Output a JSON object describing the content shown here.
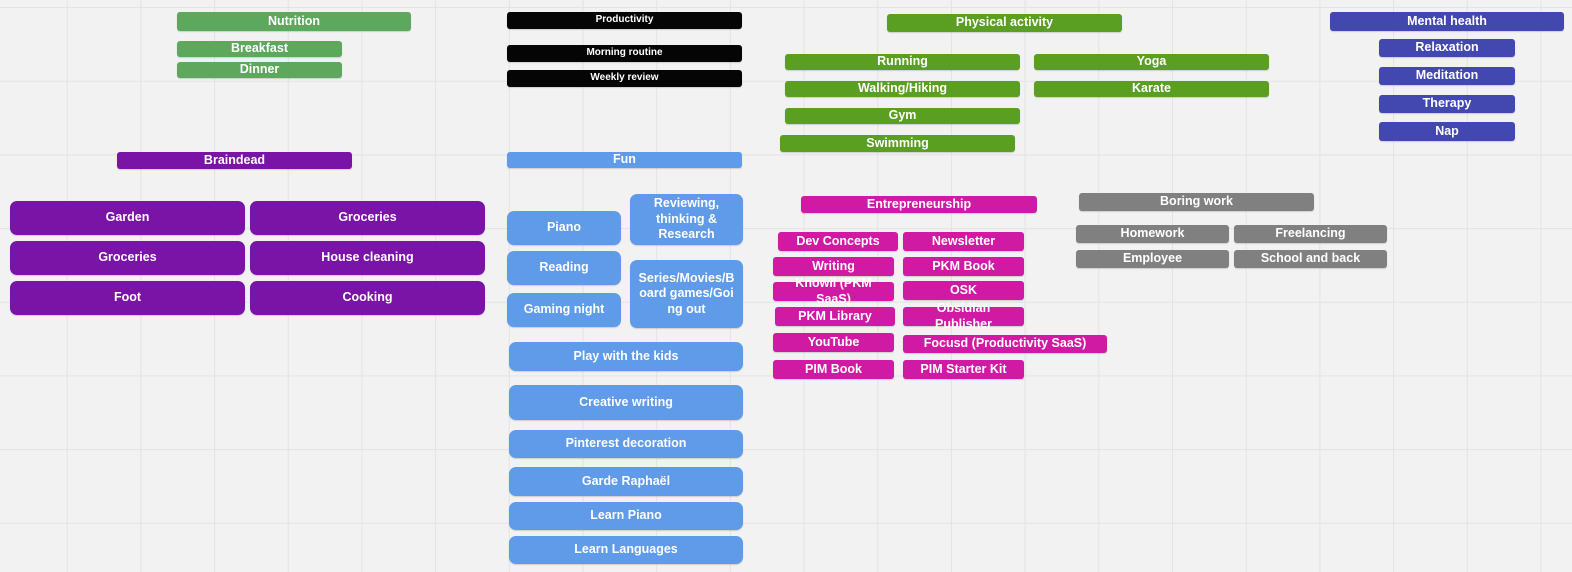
{
  "colors": {
    "nutrition": "#5ea85e",
    "productivity": "#050505",
    "physical_activity": "#5a9e22",
    "mental_health": "#4348b0",
    "braindead": "#7a14a6",
    "fun": "#5f9be8",
    "entrepreneurship": "#d11aa4",
    "boring_work": "#808080",
    "canvas_background": "#f2f2f2"
  },
  "nutrition": {
    "title": "Nutrition",
    "items": [
      "Breakfast",
      "Dinner"
    ]
  },
  "productivity": {
    "title": "Productivity",
    "items": [
      "Morning routine",
      "Weekly review"
    ]
  },
  "physical_activity": {
    "title": "Physical activity",
    "items": [
      "Running",
      "Walking/Hiking",
      "Gym",
      "Swimming",
      "Yoga",
      "Karate"
    ]
  },
  "mental_health": {
    "title": "Mental health",
    "items": [
      "Relaxation",
      "Meditation",
      "Therapy",
      "Nap"
    ]
  },
  "braindead": {
    "title": "Braindead",
    "items": [
      "Garden",
      "Groceries",
      "Foot",
      "Groceries",
      "House cleaning",
      "Cooking"
    ]
  },
  "fun": {
    "title": "Fun",
    "items": [
      "Piano",
      "Reading",
      "Gaming night",
      "Reviewing, thinking & Research",
      "Series/Movies/Board games/Going out",
      "Play with the kids",
      "Creative writing",
      "Pinterest decoration",
      "Garde Raphaël",
      "Learn Piano",
      "Learn Languages"
    ]
  },
  "entrepreneurship": {
    "title": "Entrepreneurship",
    "items": [
      "Dev Concepts",
      "Writing",
      "Knowii (PKM SaaS)",
      "PKM Library",
      "YouTube",
      "PIM Book",
      "Newsletter",
      "PKM Book",
      "OSK",
      "Obsidian Publisher",
      "Focusd (Productivity SaaS)",
      "PIM Starter Kit"
    ]
  },
  "boring_work": {
    "title": "Boring work",
    "items": [
      "Homework",
      "Employee",
      "Freelancing",
      "School and back"
    ]
  }
}
